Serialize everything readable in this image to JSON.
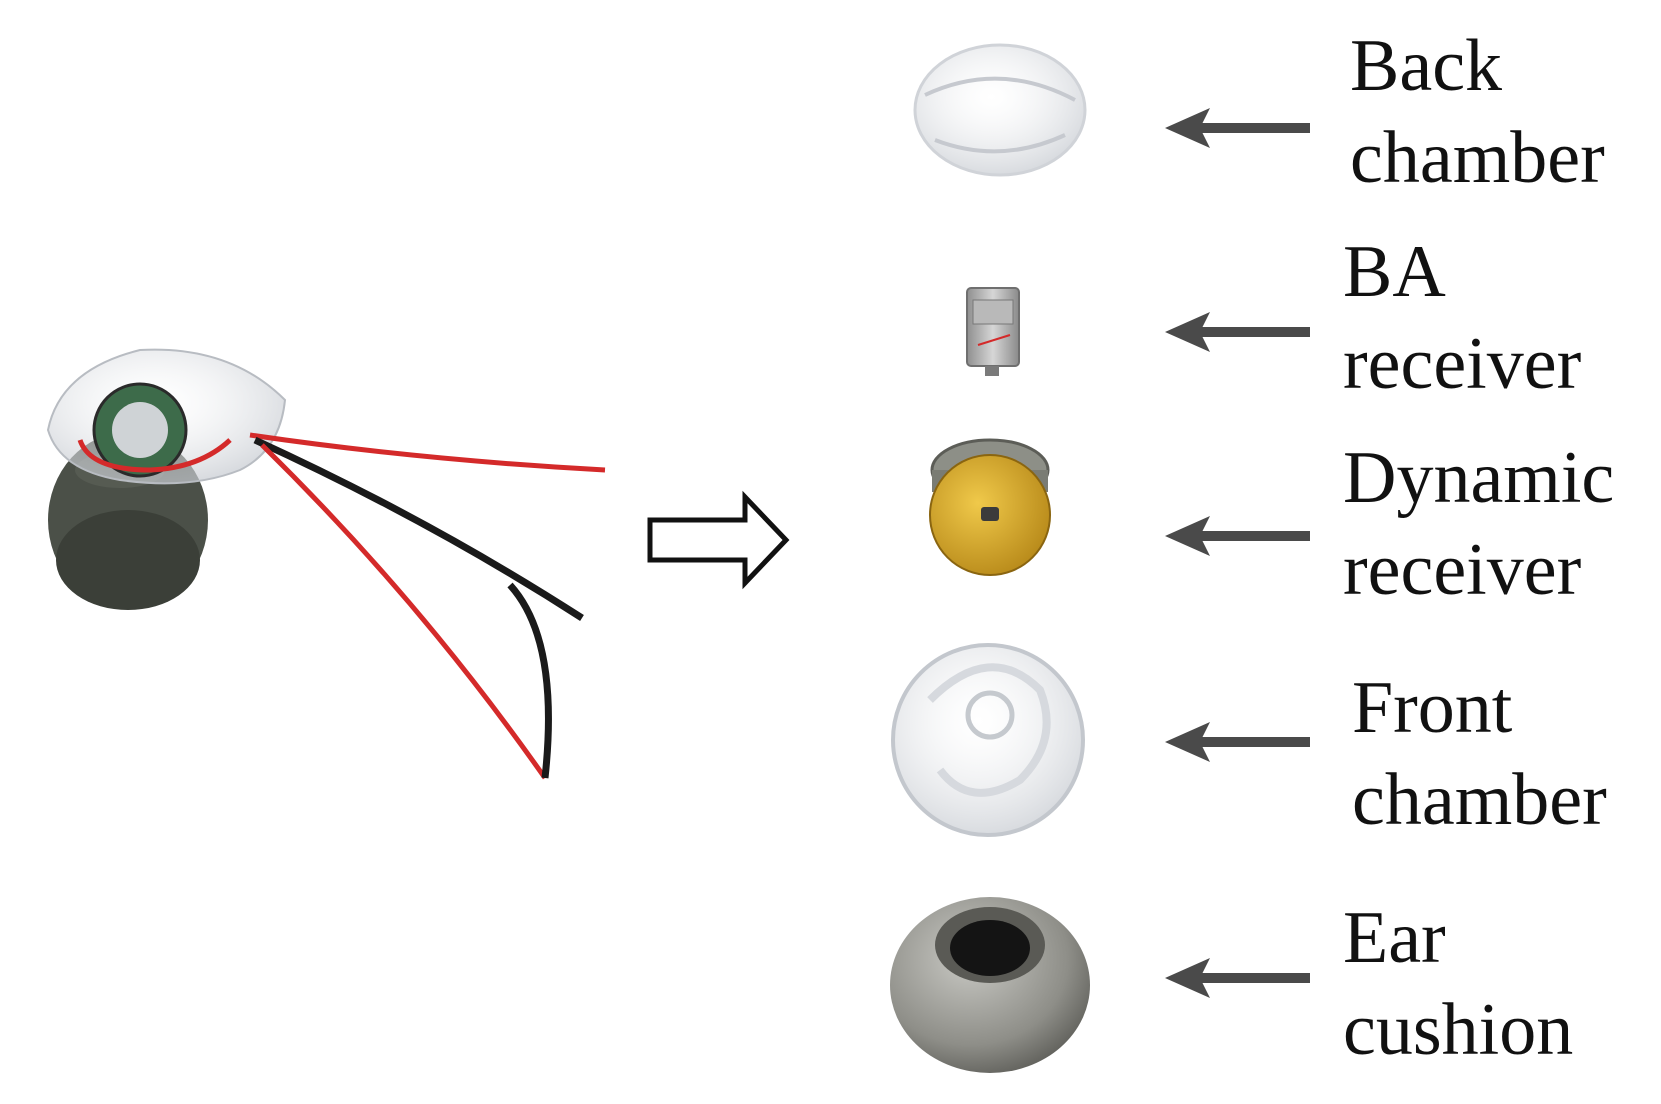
{
  "components": [
    {
      "key": "back-chamber",
      "line1": "Back",
      "line2": "chamber"
    },
    {
      "key": "ba-receiver",
      "line1": "BA",
      "line2": "receiver"
    },
    {
      "key": "dynamic-receiver",
      "line1": "Dynamic",
      "line2": "receiver"
    },
    {
      "key": "front-chamber",
      "line1": "Front",
      "line2": "chamber"
    },
    {
      "key": "ear-cushion",
      "line1": "Ear",
      "line2": "cushion"
    }
  ],
  "colors": {
    "arrow": "#4a4a4a",
    "wire_red": "#d42a2a",
    "wire_black": "#1a1a1a",
    "brass": "#d9ab2e",
    "cushion": "#9a9a94",
    "text": "#111111"
  }
}
